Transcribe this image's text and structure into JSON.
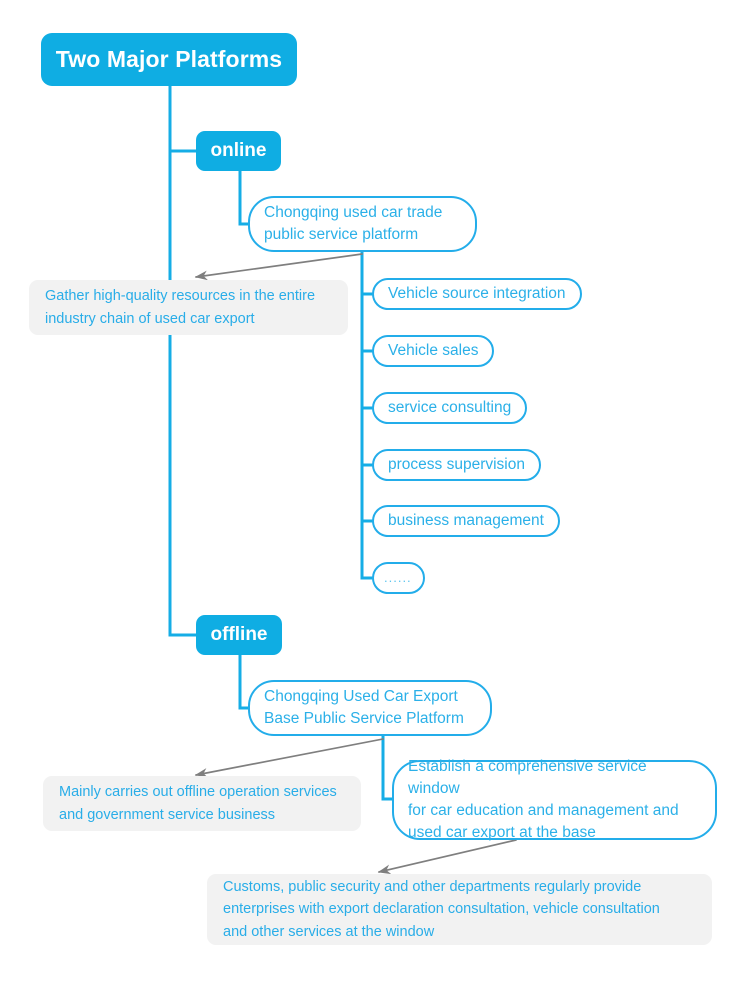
{
  "diagram": {
    "type": "mind-map",
    "root": {
      "label": "Two Major Platforms"
    },
    "colors": {
      "brand_blue": "#0FADE3",
      "outline_blue": "#23ADEA",
      "text_blue": "#2BB0E8",
      "note_background": "#F2F2F2",
      "arrow_gray": "#7F7F7F",
      "page_background": "#FFFFFF"
    },
    "branches": [
      {
        "label": "online",
        "platform": {
          "label": "Chongqing used car trade\npublic service platform"
        },
        "note": {
          "label": "Gather high-quality resources in the entire\nindustry chain of used car export"
        },
        "items": [
          {
            "label": "Vehicle source integration"
          },
          {
            "label": "Vehicle sales"
          },
          {
            "label": "service consulting"
          },
          {
            "label": "process supervision"
          },
          {
            "label": "business management"
          },
          {
            "label": "......"
          }
        ]
      },
      {
        "label": "offline",
        "platform": {
          "label": "Chongqing Used Car Export\nBase Public Service Platform"
        },
        "note": {
          "label": "Mainly carries out offline operation services\nand government service business"
        },
        "detail": {
          "label": "Establish a comprehensive service window\nfor car education and management and\nused car export at the base"
        },
        "detail_note": {
          "label": "Customs, public security and other departments regularly provide\nenterprises with export declaration consultation, vehicle consultation\nand other services at the window"
        }
      }
    ]
  }
}
